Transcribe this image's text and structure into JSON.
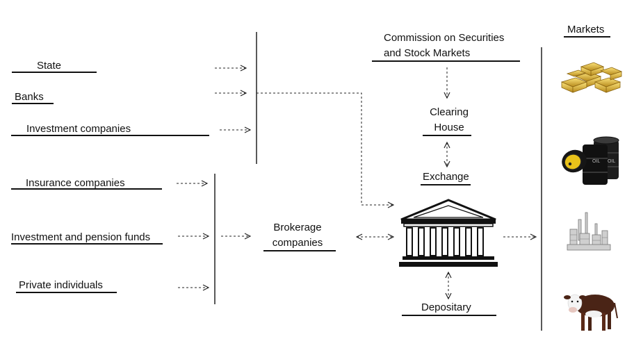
{
  "participants": [
    {
      "key": "state",
      "label": "State"
    },
    {
      "key": "banks",
      "label": "Banks"
    },
    {
      "key": "investment_companies",
      "label": "Investment companies"
    },
    {
      "key": "insurance_companies",
      "label": "Insurance companies"
    },
    {
      "key": "investment_pension_funds",
      "label": "Investment and pension funds"
    },
    {
      "key": "private_individuals",
      "label": "Private individuals"
    }
  ],
  "brokerage": {
    "line1": "Brokerage",
    "line2": "companies"
  },
  "commission": {
    "line1": "Commission on Securities",
    "line2": "and Stock Markets"
  },
  "clearing": {
    "line1": "Clearing",
    "line2": "House"
  },
  "exchange": {
    "label": "Exchange"
  },
  "depositary": {
    "label": "Depositary"
  },
  "markets": {
    "title": "Markets",
    "items": [
      {
        "icon": "gold-bars-icon"
      },
      {
        "icon": "oil-barrels-icon"
      },
      {
        "icon": "factory-icon"
      },
      {
        "icon": "bull-icon"
      }
    ]
  },
  "oil_barrel_text": "OIL"
}
